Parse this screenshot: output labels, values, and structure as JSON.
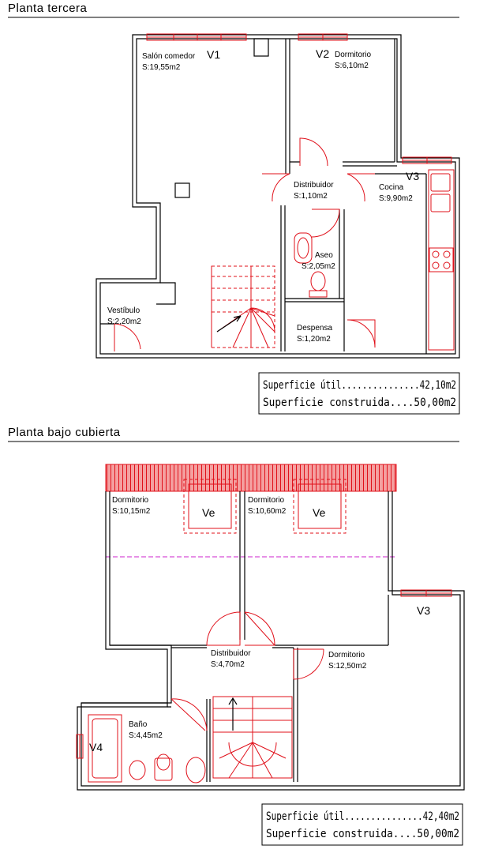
{
  "floor_3": {
    "title": "Planta tercera",
    "rooms": {
      "salon": {
        "name": "Salón comedor",
        "area": "S:19,55m2"
      },
      "dorm": {
        "name": "Dormitorio",
        "area": "S:6,10m2"
      },
      "distribuidor": {
        "name": "Distribuidor",
        "area": "S:1,10m2"
      },
      "cocina": {
        "name": "Cocina",
        "area": "S:9,90m2"
      },
      "aseo": {
        "name": "Aseo",
        "area": "S:2,05m2"
      },
      "vestibulo": {
        "name": "Vestíbulo",
        "area": "S:2,20m2"
      },
      "despensa": {
        "name": "Despensa",
        "area": "S:1,20m2"
      }
    },
    "windows": {
      "v1": "V1",
      "v2": "V2",
      "v3": "V3"
    },
    "summary": {
      "util": "Superficie útil...............42,10m2",
      "construida": "Superficie construida....50,00m2"
    }
  },
  "floor_attic": {
    "title": "Planta bajo cubierta",
    "rooms": {
      "dorm1": {
        "name": "Dormitorio",
        "area": "S:10,15m2"
      },
      "dorm2": {
        "name": "Dormitorio",
        "area": "S:10,60m2"
      },
      "distribuidor": {
        "name": "Distribuidor",
        "area": "S:4,70m2"
      },
      "dorm3": {
        "name": "Dormitorio",
        "area": "S:12,50m2"
      },
      "bano": {
        "name": "Baño",
        "area": "S:4,45m2"
      }
    },
    "windows": {
      "ve1": "Ve",
      "ve2": "Ve",
      "v3": "V3",
      "v4": "V4"
    },
    "summary": {
      "util": "Superficie útil...............42,40m2",
      "construida": "Superficie construida....50,00m2"
    }
  },
  "colors": {
    "wall": "#000000",
    "fixture": "#e0101a",
    "roof_hatch": "#e8202a",
    "ridge_line": "#cc22cc"
  }
}
